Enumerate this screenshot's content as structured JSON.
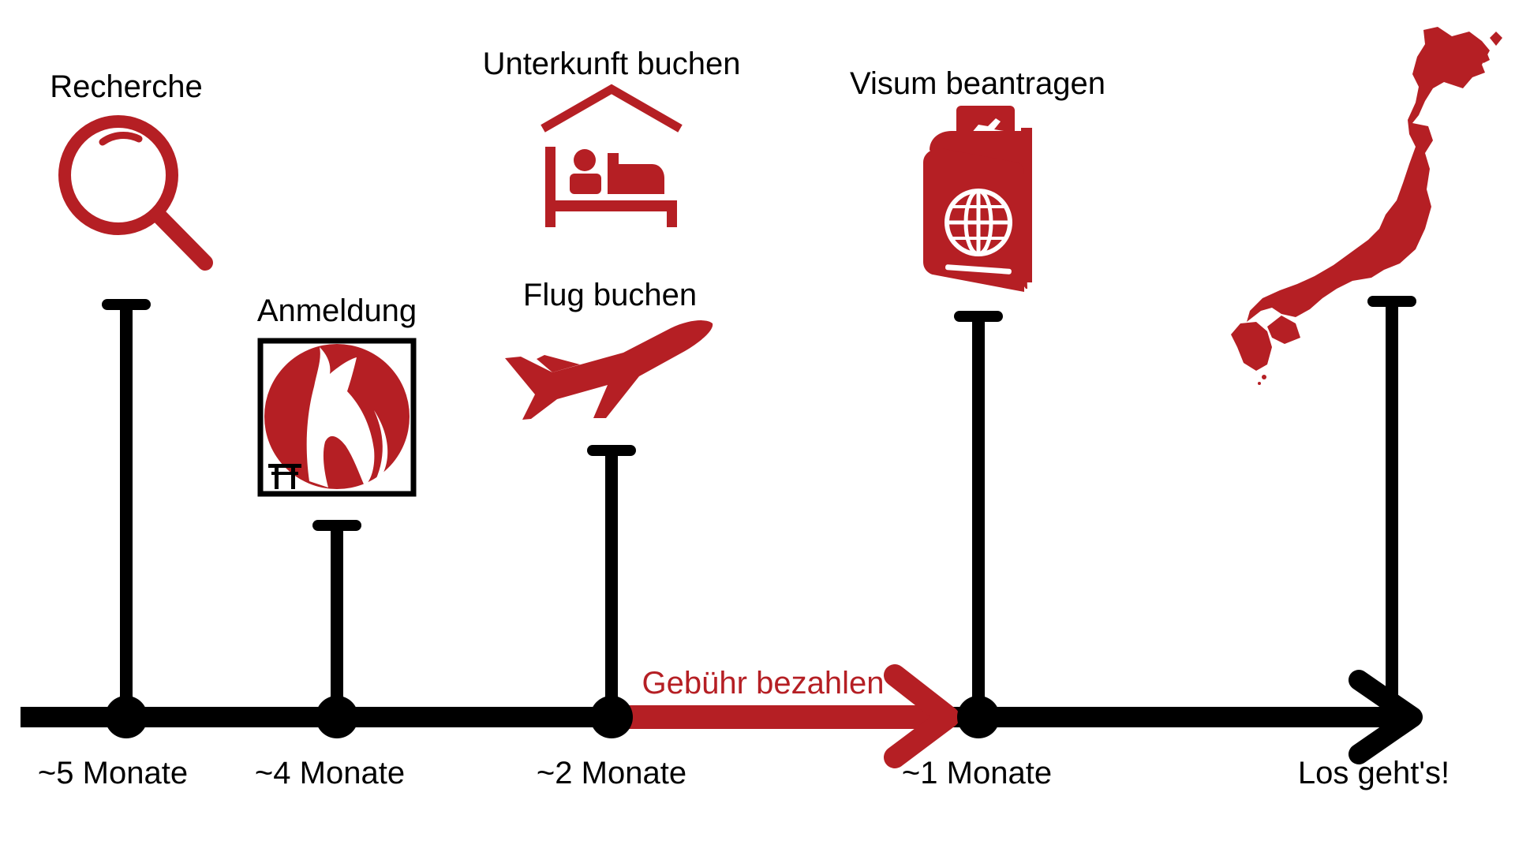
{
  "colors": {
    "accent": "#b51f24",
    "line": "#000000",
    "background": "#ffffff"
  },
  "milestones": [
    {
      "id": "recherche",
      "time_label": "~5 Monate",
      "task_labels": [
        "Recherche"
      ],
      "icons": [
        "magnifier-icon"
      ]
    },
    {
      "id": "anmeldung",
      "time_label": "~4 Monate",
      "task_labels": [
        "Anmeldung"
      ],
      "icons": [
        "fox-shrine-logo-icon"
      ]
    },
    {
      "id": "buchung",
      "time_label": "~2 Monate",
      "task_labels": [
        "Unterkunft buchen",
        "Flug buchen"
      ],
      "icons": [
        "hotel-bed-icon",
        "airplane-icon"
      ]
    },
    {
      "id": "visum",
      "time_label": "~1 Monate",
      "task_labels": [
        "Visum beantragen"
      ],
      "icons": [
        "passport-icon"
      ]
    },
    {
      "id": "start",
      "time_label": "Los geht's!",
      "task_labels": [],
      "icons": [
        "japan-map-icon"
      ]
    }
  ],
  "segment": {
    "label": "Gebühr bezahlen",
    "from": "~2 Monate",
    "to": "~1 Monate"
  }
}
